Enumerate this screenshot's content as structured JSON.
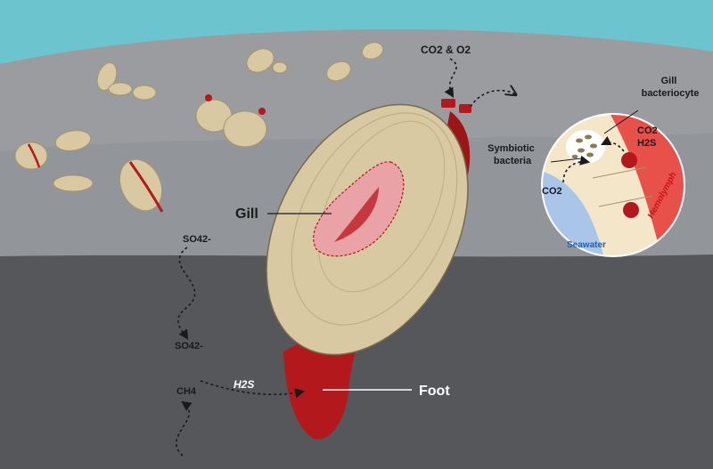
{
  "labels": {
    "co2_o2": "CO2 & O2",
    "gill": "Gill",
    "foot": "Foot",
    "so4_top": "SO42-",
    "so4_bottom": "SO42-",
    "ch4": "CH4",
    "h2s": "H2S",
    "gill_bacteriocyte": [
      "Gill",
      "bacteriocyte"
    ],
    "symbiotic_bacteria": [
      "Symbiotic",
      "bacteria"
    ],
    "inset_co2_top": "CO2",
    "inset_h2s": "H2S",
    "inset_co2_left": "CO2",
    "hemolymph": "Hemolymph",
    "seawater": "Seawater"
  },
  "colors": {
    "sky": "#6cc4cf",
    "sediment_surface": "#9a9ca0",
    "sediment_deep": "#55575b",
    "shell": "#d8c9a3",
    "foot": "#b3191c",
    "gill": "#e9a3a6",
    "hemolymph": "#e8504a",
    "seawater": "#a9c6e8",
    "cell": "#f4e6c9",
    "seawater_text": "#1f5fb0",
    "hemolymph_text": "#c4141a"
  }
}
